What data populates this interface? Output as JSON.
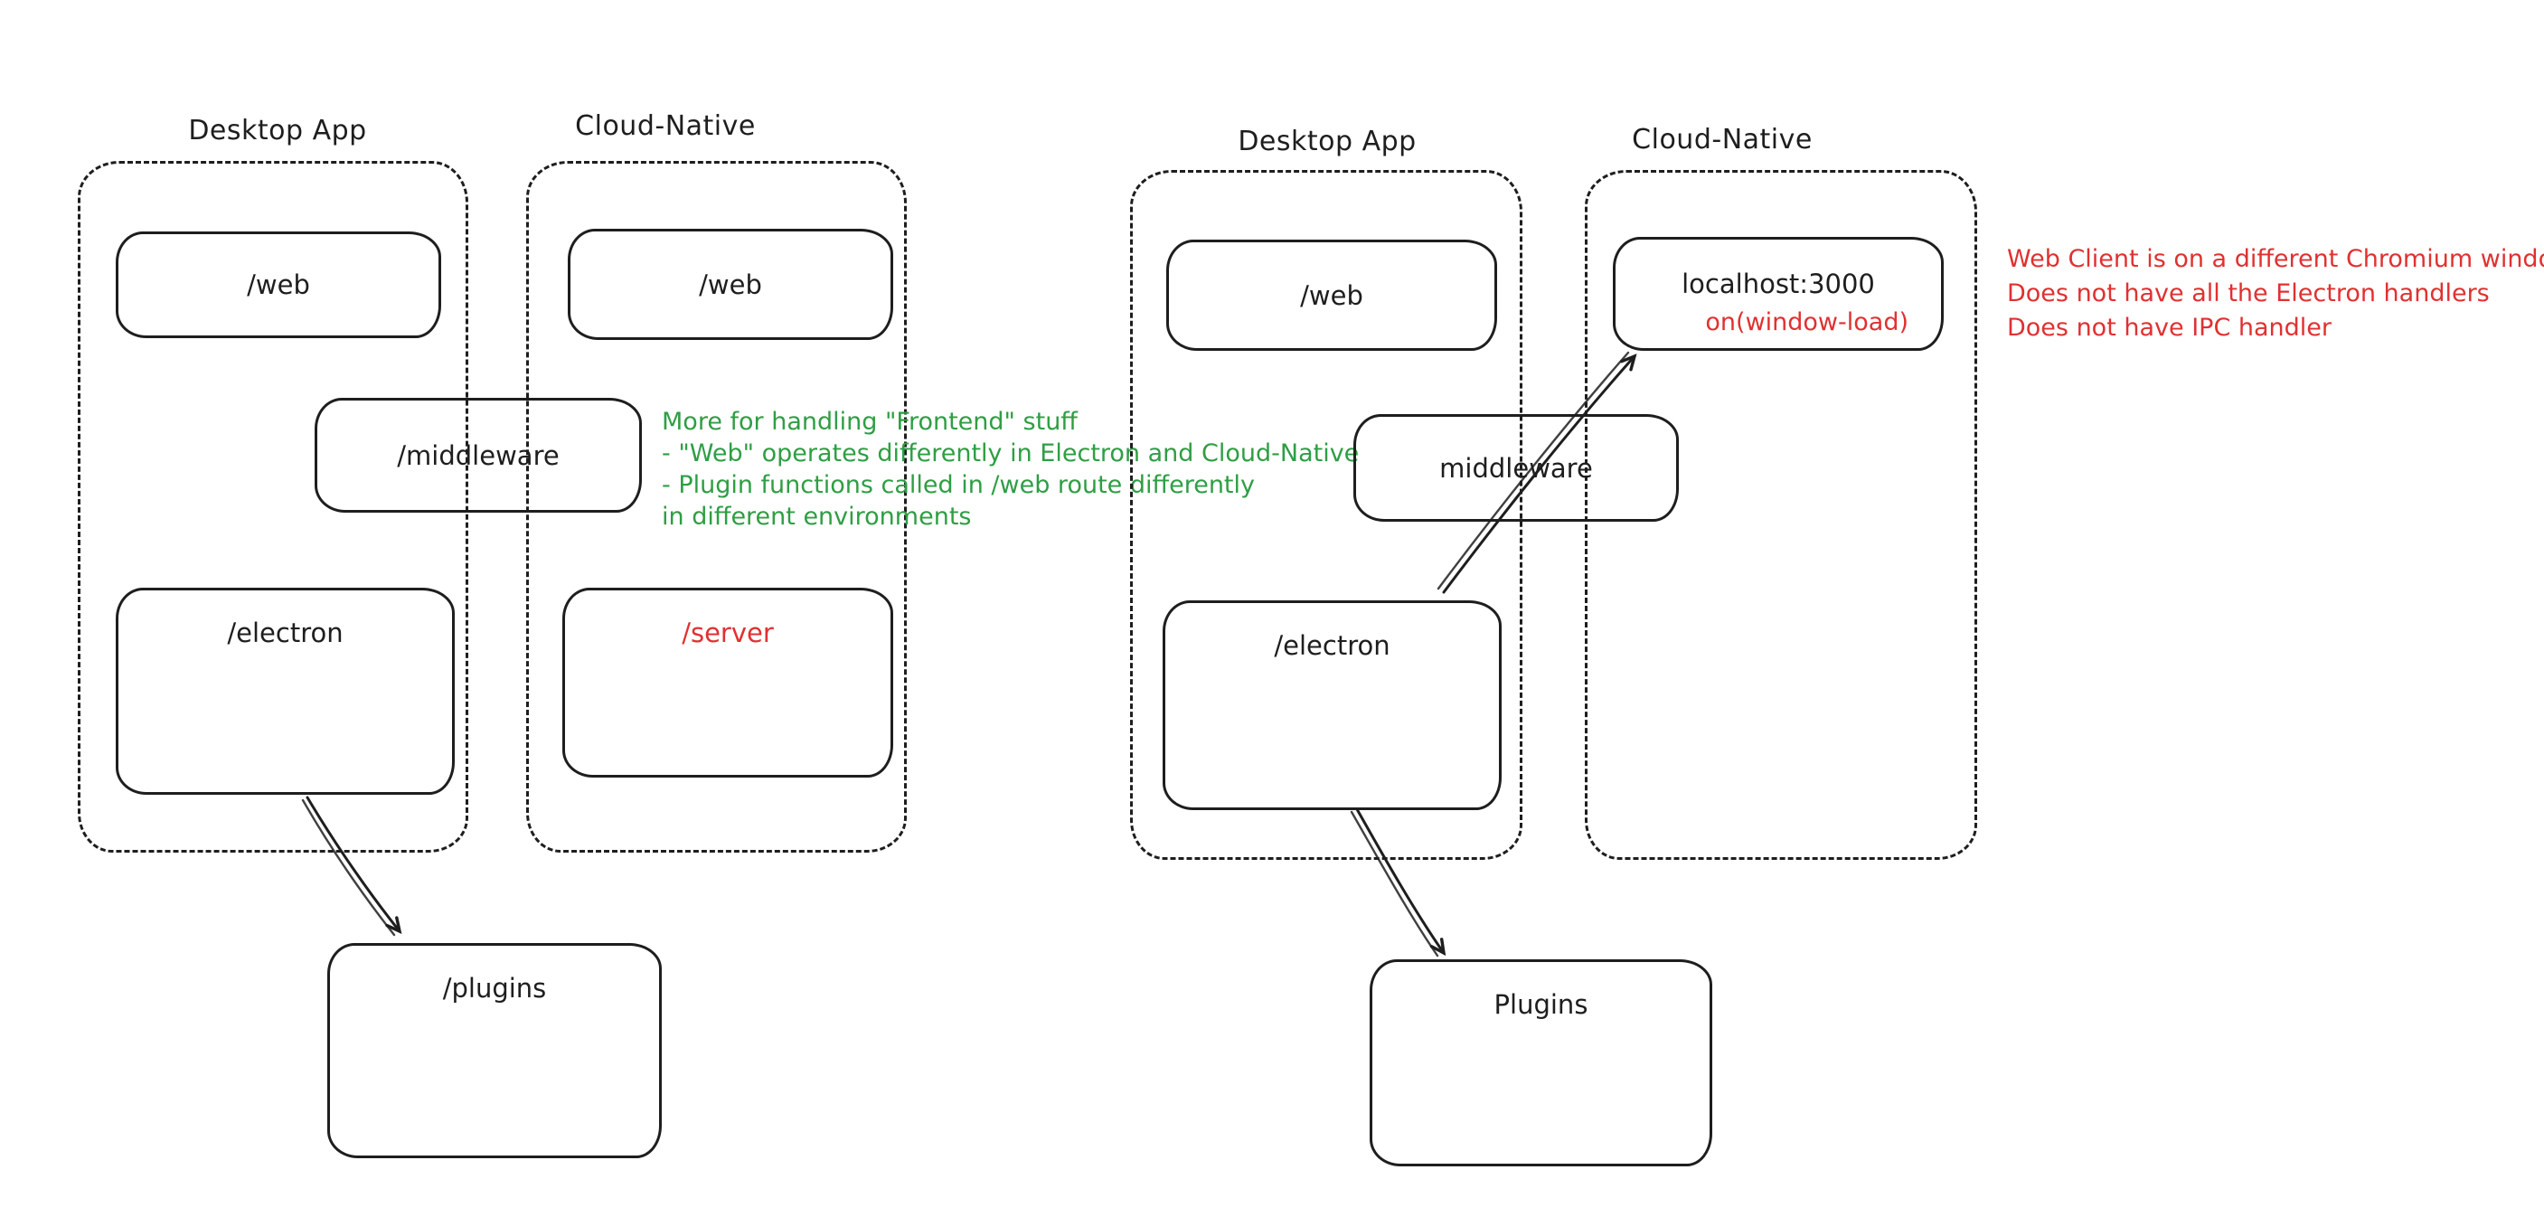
{
  "left_diagram": {
    "desktop_app": {
      "title": "Desktop App",
      "web": "/web",
      "electron": "/electron"
    },
    "cloud_native": {
      "title": "Cloud-Native",
      "web": "/web",
      "server": "/server"
    },
    "middleware": "/middleware",
    "plugins": "/plugins"
  },
  "right_diagram": {
    "desktop_app": {
      "title": "Desktop App",
      "web": "/web",
      "electron": "/electron"
    },
    "cloud_native": {
      "title": "Cloud-Native",
      "localhost": "localhost:3000",
      "on_window_load": "on(window-load)"
    },
    "middleware": "middleware",
    "plugins": "Plugins"
  },
  "notes": {
    "frontend_note": {
      "color": "#2f9e44",
      "lines": [
        "More for handling \"Frontend\" stuff",
        "- \"Web\" operates differently in Electron and Cloud-Native",
        "- Plugin functions called in /web route differently",
        "in different environments"
      ]
    },
    "web_client_note": {
      "color": "#e03131",
      "lines": [
        "Web Client is on a different Chromium window",
        "Does not have all the Electron handlers",
        "Does not have IPC handler"
      ]
    }
  },
  "colors": {
    "stroke": "#1e1e1e",
    "accent_red": "#e03131",
    "accent_green": "#2f9e44"
  }
}
